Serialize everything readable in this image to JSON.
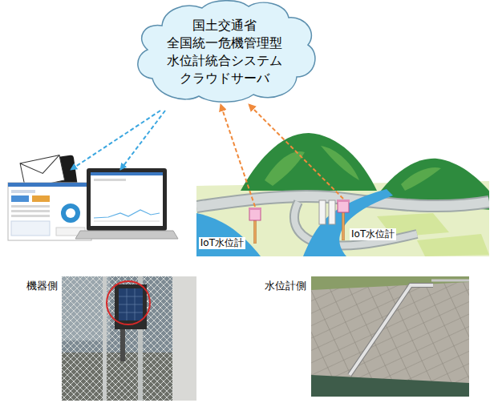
{
  "diagram": {
    "nodes": [
      {
        "text": [
          "国土交通省 全国統一危機管理型 水位計統合システム クラウドサーバ"
        ]
      },
      {
        "text": [
          "IoT水位計"
        ]
      },
      {
        "text": [
          "IoT水位計"
        ]
      }
    ],
    "edges": [
      {
        "from": 1,
        "to": 0,
        "arrow": "to"
      },
      {
        "from": 2,
        "to": 0,
        "arrow": "to"
      }
    ],
    "labels": [
      "機器側",
      "水位計側"
    ]
  }
}
